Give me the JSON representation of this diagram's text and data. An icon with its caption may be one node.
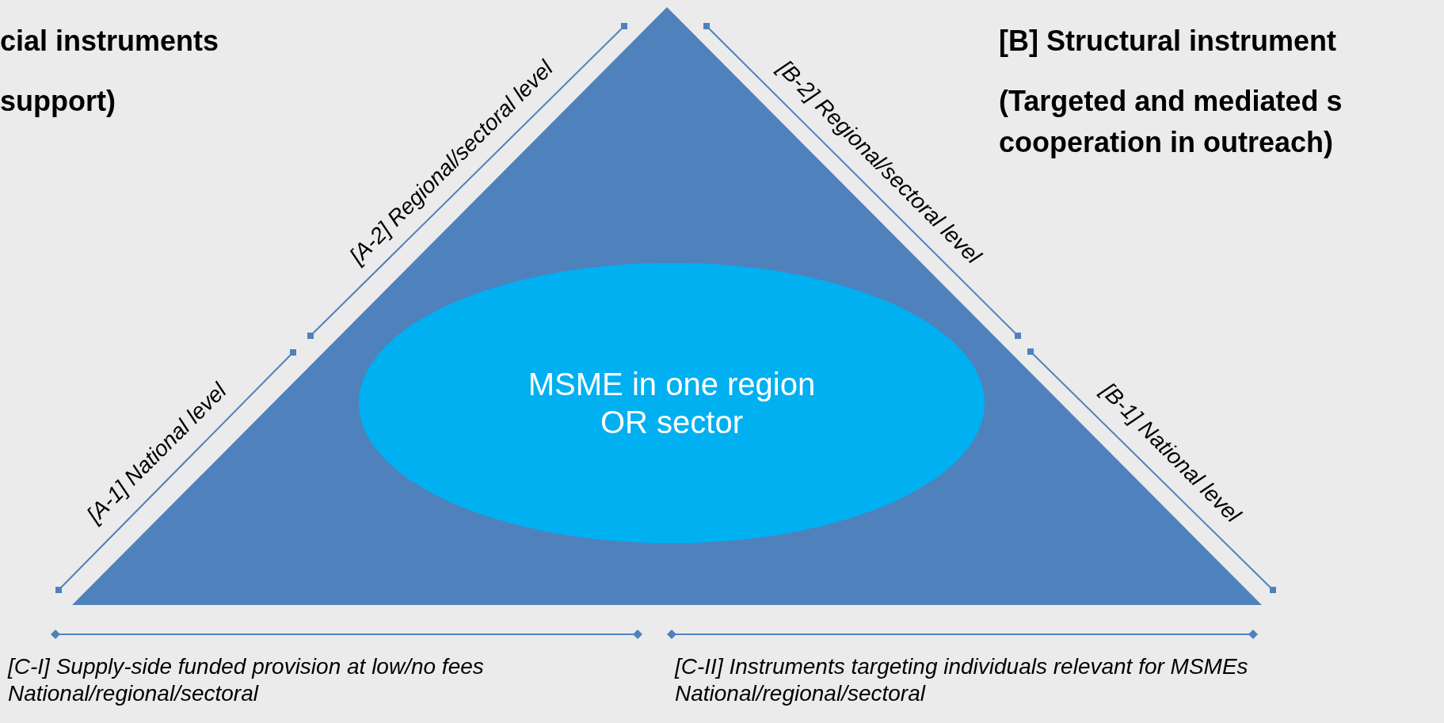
{
  "diagram": {
    "nodes": [
      {
        "text": [],
        "shape": "triangle"
      },
      {
        "text": [
          "MSME in one region OR sector"
        ],
        "in": 0
      }
    ],
    "edges": [],
    "labels": [
      "cial instruments",
      "support)",
      "[B] Structural instrument",
      "(Targeted and mediated s cooperation in outreach)",
      "[A-2] Regional/sectoral level",
      "[B-2] Regional/sectoral level",
      "[A-1] National level",
      "[B-1] National level",
      "[C-I] Supply-side funded provision at low/no fees National/regional/sectoral",
      "[C-II] Instruments targeting individuals relevant for MSMEs National/regional/sectoral"
    ]
  }
}
